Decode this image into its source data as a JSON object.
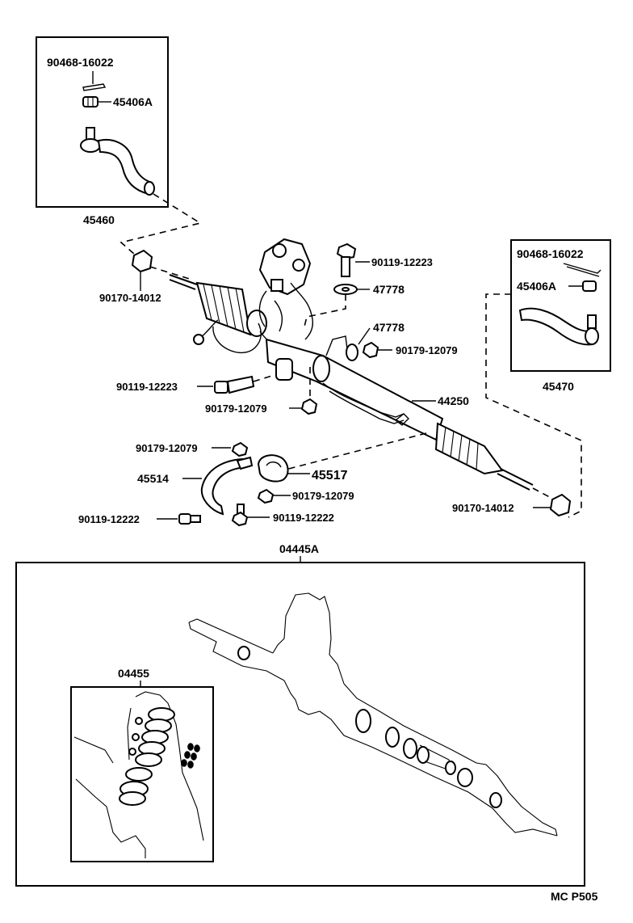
{
  "labels": {
    "tie_end_left_cotter": "90468-16022",
    "tie_end_left_nut": "45406A",
    "tie_end_left": "45460",
    "tie_end_right_cotter": "90468-16022",
    "tie_end_right_nut": "45406A",
    "tie_end_right": "45470",
    "lock_nut_left": "90170-14012",
    "lock_nut_right": "90170-14012",
    "bolt_top": "90119-12223",
    "washer_top": "47778",
    "washer_mid": "47778",
    "nut_mid_right": "90179-12079",
    "bolt_left": "90119-12223",
    "nut_center": "90179-12079",
    "gear_assy": "44250",
    "nut_bracket_top": "90179-12079",
    "bracket": "45514",
    "bushing": "45517",
    "nut_bracket_mid": "90179-12079",
    "bolt_bracket_left": "90119-12222",
    "bolt_bracket_right": "90119-12222",
    "rack_kit": "04445A",
    "seal_kit": "04455",
    "page_code": "MC P505"
  }
}
